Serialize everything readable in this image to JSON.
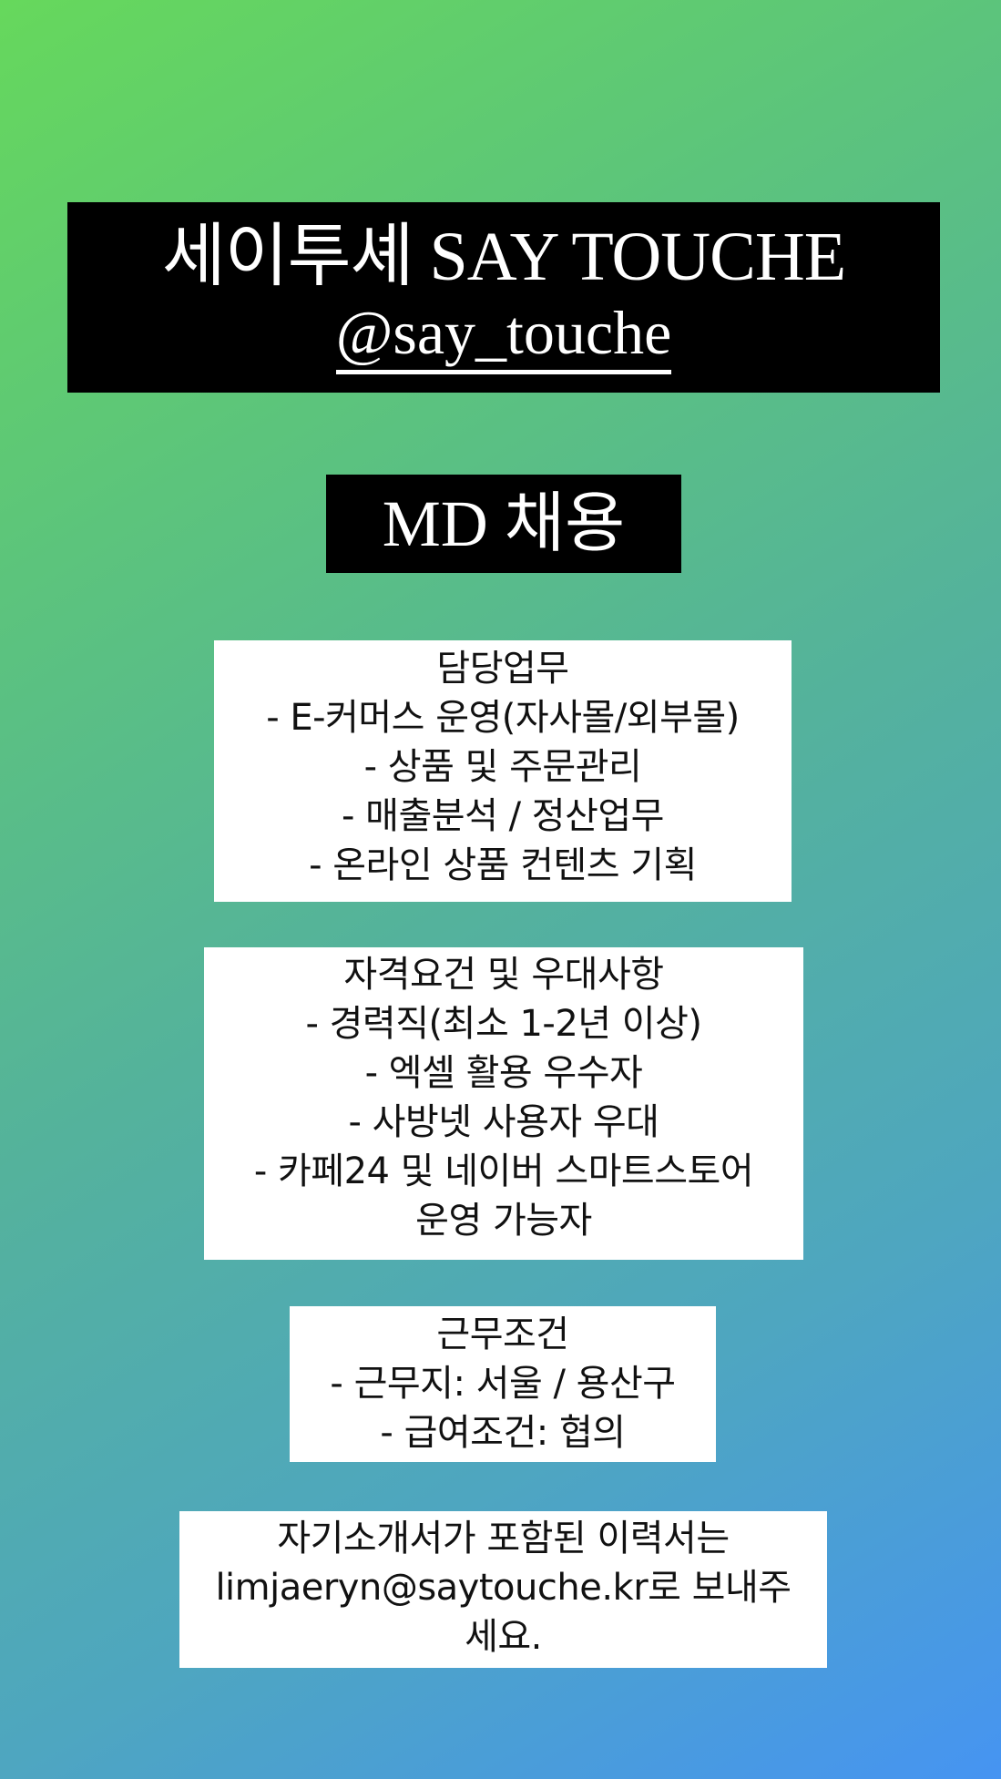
{
  "background": {
    "gradient_start": "#66d85c",
    "gradient_mid": "#54b29c",
    "gradient_end": "#4694f2"
  },
  "brand": {
    "title": "세이투셰 SAY TOUCHE",
    "handle": "@say_touche"
  },
  "hiring": {
    "title": "MD 채용"
  },
  "duties": {
    "heading": "담당업무",
    "items": [
      "- E-커머스 운영(자사몰/외부몰)",
      "- 상품 및 주문관리",
      "- 매출분석 / 정산업무",
      "- 온라인 상품 컨텐츠 기획"
    ]
  },
  "qualifications": {
    "heading": "자격요건 및 우대사항",
    "items": [
      "- 경력직(최소 1-2년 이상)",
      "- 엑셀 활용 우수자",
      "- 사방넷 사용자 우대",
      "- 카페24 및 네이버 스마트스토어",
      "운영 가능자"
    ]
  },
  "conditions": {
    "heading": "근무조건",
    "items": [
      "- 근무지: 서울 / 용산구",
      "- 급여조건: 협의"
    ]
  },
  "apply": {
    "lines": [
      "자기소개서가 포함된 이력서는",
      "limjaeryn@saytouche.kr로 보내주",
      "세요."
    ]
  }
}
